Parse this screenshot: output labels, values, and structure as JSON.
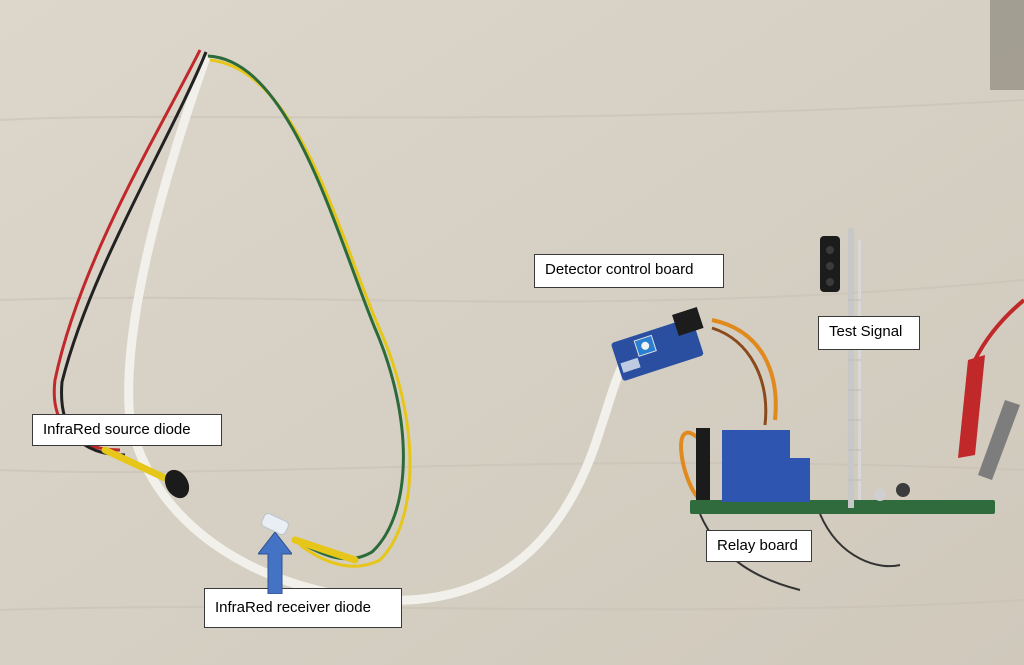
{
  "labels": {
    "infrared_source": "InfraRed source diode",
    "infrared_receiver": "InfraRed receiver diode",
    "detector_board": "Detector control board",
    "test_signal": "Test Signal",
    "relay_board": "Relay board"
  },
  "colors": {
    "background": "#d9d3c8",
    "arrow": "#4472c4",
    "board_blue": "#2a4fa0",
    "relay_blue": "#2e56b0",
    "pcb_green": "#2f6b3c",
    "wire_yellow": "#e6c619",
    "wire_green": "#2c6a3a",
    "wire_red": "#c0282a",
    "wire_orange": "#e08a1e",
    "cable_white": "#f2f0ea"
  },
  "icons": {
    "pointer": "up-arrow-icon"
  }
}
